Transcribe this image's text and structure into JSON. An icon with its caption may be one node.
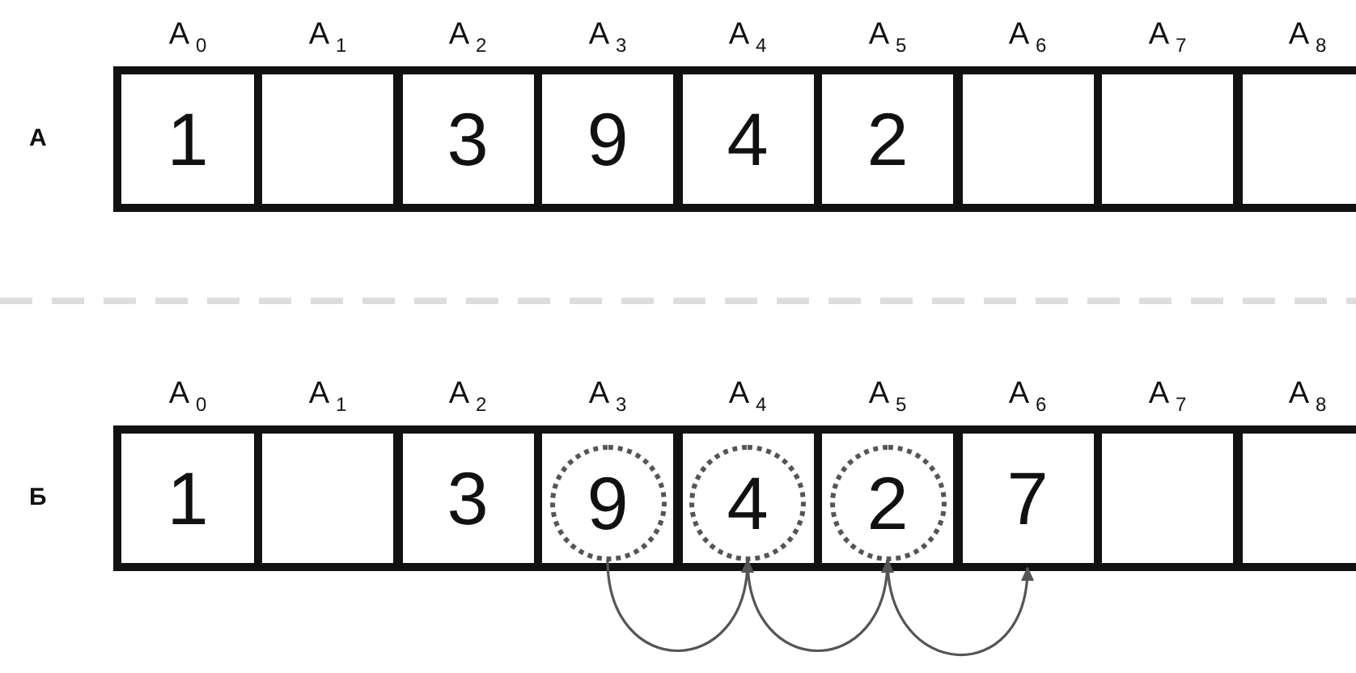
{
  "diagram": {
    "nodes": [
      {
        "text": [
          "1"
        ]
      },
      {
        "text": [],
        "shape": "box"
      },
      {
        "text": [
          "3"
        ]
      },
      {
        "text": [
          "9"
        ]
      },
      {
        "text": [
          "4"
        ]
      },
      {
        "text": [
          "2"
        ]
      },
      {
        "text": [],
        "shape": "box"
      },
      {
        "text": [],
        "shape": "box"
      },
      {
        "text": [],
        "shape": "box"
      },
      {
        "text": [
          "1"
        ]
      },
      {
        "text": [],
        "shape": "box"
      },
      {
        "text": [
          "3"
        ]
      },
      {
        "text": [],
        "shape": "box"
      },
      {
        "text": [
          "9"
        ],
        "in": 12
      },
      {
        "text": [],
        "shape": "box"
      },
      {
        "text": [
          "4"
        ],
        "in": 14
      },
      {
        "text": [],
        "shape": "box"
      },
      {
        "text": [
          "2"
        ],
        "in": 16
      },
      {
        "text": [
          "7"
        ]
      },
      {
        "text": [],
        "shape": "box"
      },
      {
        "text": [],
        "shape": "box"
      }
    ],
    "edges": [
      {
        "from": 13,
        "to": 15,
        "arrow": "to"
      },
      {
        "from": 15,
        "to": 17,
        "arrow": "to"
      },
      {
        "from": 17,
        "to": 18,
        "arrow": "to"
      }
    ],
    "labels": [
      "A$_{0}$",
      "A$_{1}$",
      "A$_{2}$",
      "A$_{3}$",
      "A$_{4}$",
      "A$_{5}$",
      "A$_{6}$",
      "A$_{7}$",
      "A$_{8}$",
      "А",
      "A$_{0}$",
      "A$_{1}$",
      "A$_{2}$",
      "A$_{3}$",
      "A$_{4}$",
      "A$_{5}$",
      "A$_{6}$",
      "A$_{7}$",
      "A$_{8}$",
      "Б"
    ]
  }
}
